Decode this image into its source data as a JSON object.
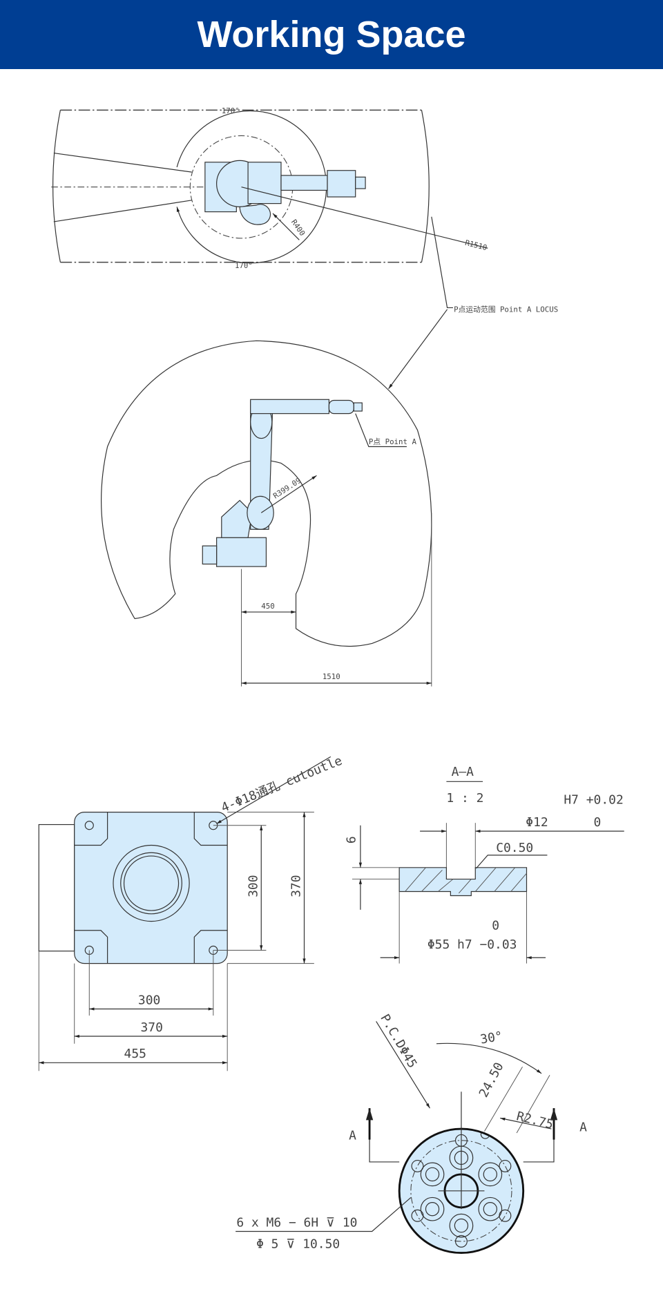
{
  "header": {
    "title": "Working Space"
  },
  "top_view": {
    "angle_top": "170°",
    "angle_bottom": "170°",
    "inner_radius": "R400",
    "outer_radius": "R1510",
    "locus_label": "P点运动范围 Point A LOCUS"
  },
  "side_view": {
    "point_label": "P点 Point A",
    "radius": "R399.09",
    "dim_inner": "450",
    "dim_outer": "1510"
  },
  "base_plate": {
    "hole_note": "4-Φ18通孔 cutoutle",
    "dim_v_inner": "300",
    "dim_v_outer": "370",
    "dim_h_inner": "300",
    "dim_h_mid": "370",
    "dim_h_outer": "455"
  },
  "section": {
    "title": "A—A",
    "scale": "1 : 2",
    "bore_tol_upper": "H7 +0.02",
    "bore_dia": "Φ12",
    "bore_tol_lower": "0",
    "chamfer": "C0.50",
    "depth": "6",
    "od_tol_upper": "0",
    "od": "Φ55 h7 −0.03"
  },
  "flange": {
    "pcd": "P.C.DΦ45",
    "angle": "30°",
    "dim": "24.50",
    "radius": "R2.75",
    "section_mark_left": "A",
    "section_mark_right": "A",
    "thread_note": "6 x  M6 − 6H ⊽ 10",
    "drill_note": "Φ 5 ⊽ 10.50"
  }
}
